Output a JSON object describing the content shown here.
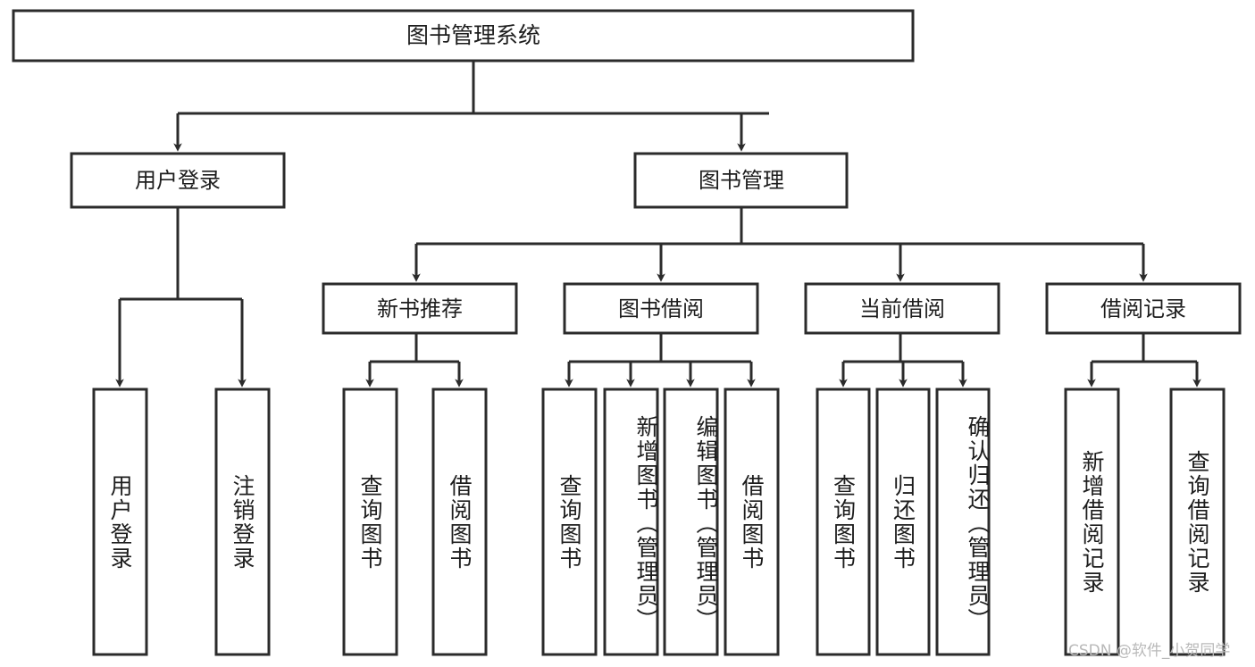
{
  "diagram": {
    "type": "tree-hierarchy",
    "title": "图书管理系统",
    "root": {
      "label": "图书管理系统"
    },
    "level1": [
      {
        "label": "用户登录"
      },
      {
        "label": "图书管理"
      }
    ],
    "level2": [
      {
        "label": "新书推荐"
      },
      {
        "label": "图书借阅"
      },
      {
        "label": "当前借阅"
      },
      {
        "label": "借阅记录"
      }
    ],
    "leaves": {
      "user_login": [
        {
          "label": "用户登录"
        },
        {
          "label": "注销登录"
        }
      ],
      "new_book_recommend": [
        {
          "label": "查询图书"
        },
        {
          "label": "借阅图书"
        }
      ],
      "book_borrow": [
        {
          "label": "查询图书"
        },
        {
          "label": "新增图书（管理员）"
        },
        {
          "label": "编辑图书（管理员）"
        },
        {
          "label": "借阅图书"
        }
      ],
      "current_borrow": [
        {
          "label": "查询图书"
        },
        {
          "label": "归还图书"
        },
        {
          "label": "确认归还（管理员）"
        }
      ],
      "borrow_record": [
        {
          "label": "新增借阅记录"
        },
        {
          "label": "查询借阅记录"
        }
      ]
    }
  },
  "watermark": {
    "text": "CSDN @软件_小贺同学"
  },
  "colors": {
    "stroke": "#2b2b2b",
    "fill": "#ffffff",
    "text": "#1d1d1d",
    "watermark": "#b9b9b9"
  }
}
